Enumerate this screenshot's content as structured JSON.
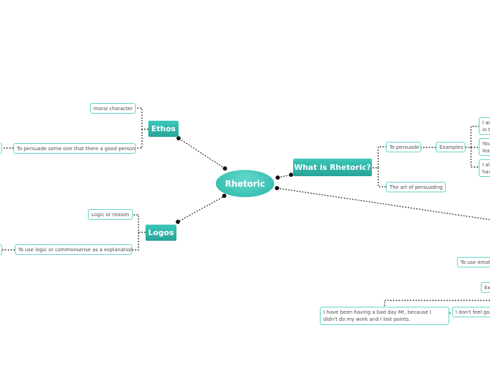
{
  "mindmap": {
    "central": "Rhetoric",
    "what_is": {
      "label": "What is Rhetoric?",
      "to_persuade": "To persuade",
      "examples": "Examples",
      "example_1": "I ar in t",
      "example_2": "You lea",
      "example_3": "I al hav",
      "art_of_persuading": "The art of persuading"
    },
    "ethos": {
      "label": "Ethos",
      "moral_character": "moral character",
      "good_person": "To persuade some one that there a good person"
    },
    "logos": {
      "label": "Logos",
      "logic_reason": "Logic or reason",
      "commonsense": "To use logic or commonsense as a explanation"
    },
    "pathos": {
      "emotion": "To use emoti",
      "example": "Ex",
      "dont_feel": "I don't feel goo",
      "bad_day": "I have been having a bad day Mr, because I didn't do my work and I lost points."
    }
  },
  "colors": {
    "accent": "#2ab6a8",
    "leaf_border": "#5fd3c7",
    "connector": "#222222"
  }
}
